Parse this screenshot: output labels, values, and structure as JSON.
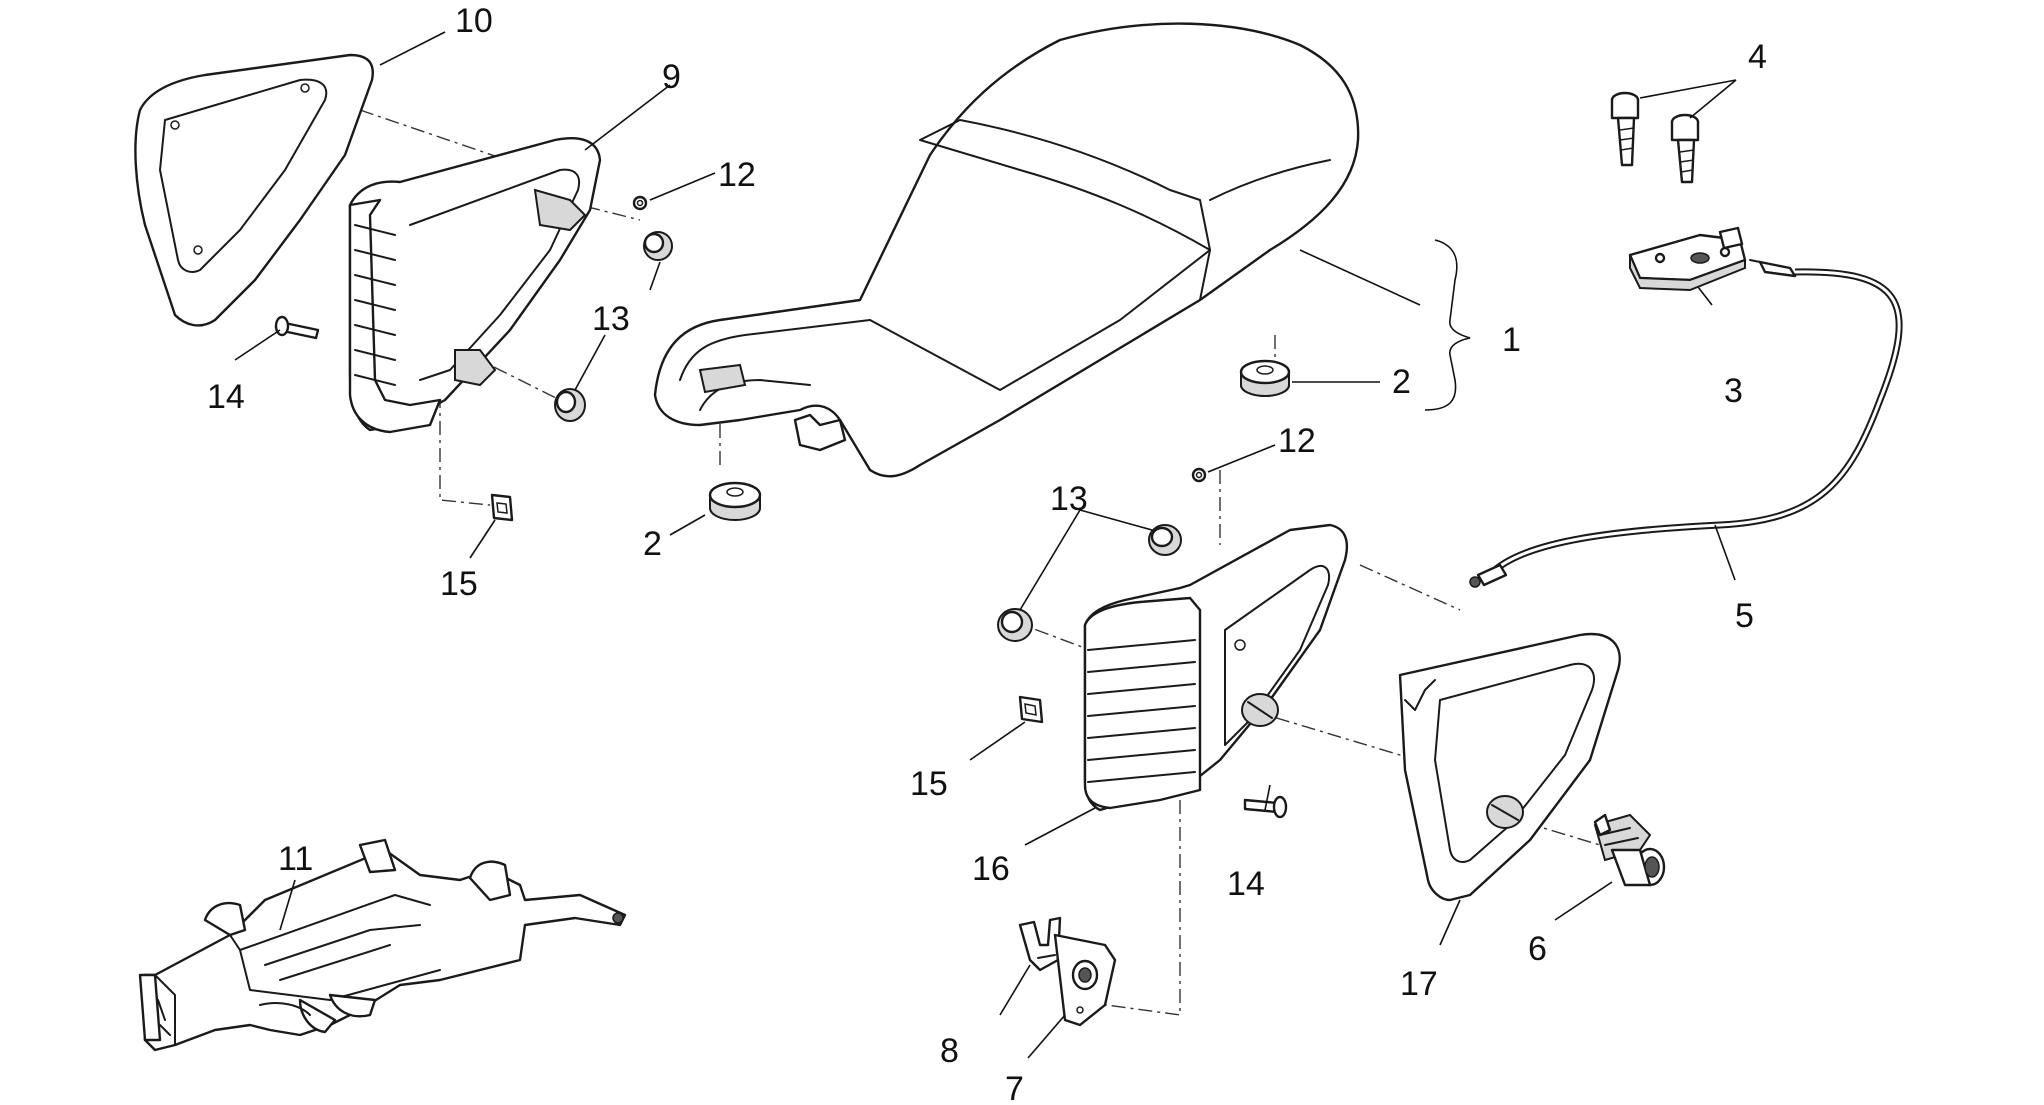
{
  "callouts": [
    {
      "id": "c1",
      "text": "1"
    },
    {
      "id": "c2a",
      "text": "2"
    },
    {
      "id": "c2b",
      "text": "2"
    },
    {
      "id": "c3",
      "text": "3"
    },
    {
      "id": "c4",
      "text": "4"
    },
    {
      "id": "c5",
      "text": "5"
    },
    {
      "id": "c6",
      "text": "6"
    },
    {
      "id": "c7",
      "text": "7"
    },
    {
      "id": "c8",
      "text": "8"
    },
    {
      "id": "c9",
      "text": "9"
    },
    {
      "id": "c10",
      "text": "10"
    },
    {
      "id": "c11",
      "text": "11"
    },
    {
      "id": "c12a",
      "text": "12"
    },
    {
      "id": "c12b",
      "text": "12"
    },
    {
      "id": "c13a",
      "text": "13"
    },
    {
      "id": "c13b",
      "text": "13"
    },
    {
      "id": "c14a",
      "text": "14"
    },
    {
      "id": "c14b",
      "text": "14"
    },
    {
      "id": "c15a",
      "text": "15"
    },
    {
      "id": "c15b",
      "text": "15"
    },
    {
      "id": "c16",
      "text": "16"
    },
    {
      "id": "c17",
      "text": "17"
    }
  ]
}
